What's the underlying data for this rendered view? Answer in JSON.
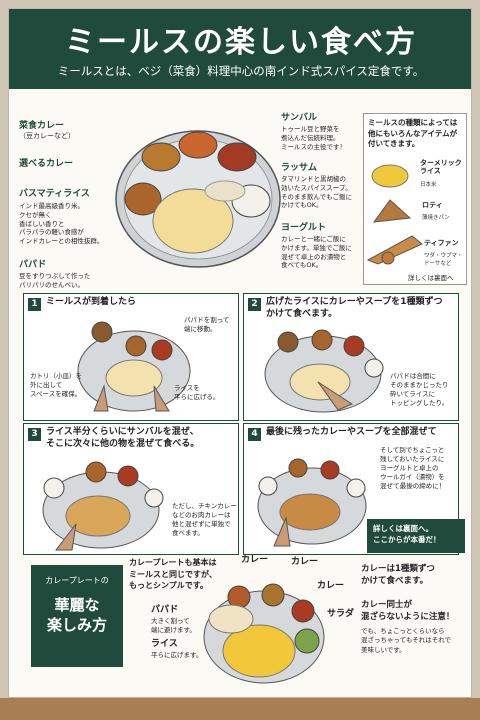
{
  "header": {
    "title": "ミールスの楽しい食べ方",
    "subtitle": "ミールスとは、ベジ（菜食）料理中心の南インド式スパイス定食です。"
  },
  "labels": {
    "saishoku": "菜食カレー",
    "saishoku_sub": "（豆カレーなど）",
    "eraberu": "選べるカレー",
    "basmati": "バスマティライス",
    "basmati_desc": [
      "インド最高級香り米。",
      "クセが無く",
      "香ばしい香りと",
      "パラパラの軽い食感が",
      "インドカレーとの相性抜群。"
    ],
    "papad": "パパド",
    "papad_desc": [
      "豆をすりつぶして作った",
      "パリパリのせんべい。"
    ],
    "sambar": "サンバル",
    "sambar_desc": [
      "トゥール豆と野菜を",
      "煮込んだ伝統料理。",
      "ミールスの主役です！"
    ],
    "rasam": "ラッサム",
    "rasam_desc": [
      "タマリンドと黒胡椒の",
      "効いたスパイススープ。",
      "そのまま飲んでもご飯に",
      "かけてもOK。"
    ],
    "yogurt": "ヨーグルト",
    "yogurt_desc": [
      "カレーと一緒にご飯に",
      "かけます。単独でご飯に",
      "混ぜて卓上のお漬物と",
      "食べてもOK。"
    ]
  },
  "info_box": {
    "title": [
      "ミールスの種類によっては",
      "他にもいろんなアイテムが",
      "付いてきます。"
    ],
    "items": [
      {
        "name": "ターメリック\nライス",
        "sub": "日本米"
      },
      {
        "name": "ロティ",
        "sub": "薄焼きパン"
      },
      {
        "name": "ティファン",
        "sub": "ワダ・ウプマ・\nドーサなど"
      }
    ],
    "more": "詳しくは裏面へ"
  },
  "steps": [
    {
      "num": "1",
      "title": [
        "ミールスが到着したら"
      ],
      "notes": [
        [
          "パパドを割って",
          "端に移動。"
        ],
        [
          "カトリ（小皿）を",
          "外に出して",
          "スペースを確保。"
        ],
        [
          "ライスを",
          "平らに広げる。"
        ]
      ]
    },
    {
      "num": "2",
      "title": [
        "広げたライスにカレーやスープを1種類ずつ",
        "かけて食べます。"
      ],
      "notes": [
        [
          "パパドは合間に",
          "そのままかじったり",
          "砕いてライスに",
          "トッピングしたり。"
        ]
      ]
    },
    {
      "num": "3",
      "title": [
        "ライス半分くらいにサンバルを混ぜ、",
        "そこに次々に他の物を混ぜて食べる。"
      ],
      "notes": [
        [
          "ただし、チキンカレー",
          "などのお肉カレーは",
          "他と混ぜずに単独で",
          "食べます。"
        ]
      ]
    },
    {
      "num": "4",
      "title": [
        "最後に残ったカレーやスープを全部混ぜて"
      ],
      "notes": [
        [
          "そして別でちょこっと",
          "残しておいたライスに",
          "ヨーグルトと卓上の",
          "ウールガイ（漬物）を",
          "混ぜて最後の締めに！"
        ]
      ]
    }
  ],
  "green_note": [
    "詳しくは裏面へ。",
    "ここからが本番だ！"
  ],
  "curry_plate": {
    "box_top": "カレープレートの",
    "box_main": [
      "華麗な",
      "楽しみ方"
    ],
    "intro": [
      "カレープレートも基本は",
      "ミールスと同じですが、",
      "もっとシンプルです。"
    ],
    "labels": {
      "curry1": "カレー",
      "curry2": "カレー",
      "curry3": "カレー",
      "salad": "サラダ",
      "papad": "パパド",
      "papad_sub": [
        "大きく割って",
        "端に避けます。"
      ],
      "rice": "ライス",
      "rice_sub": "平らに広げます。"
    },
    "right_main": [
      "カレーは1種類ずつ",
      "かけて食べます。"
    ],
    "right_main2": [
      "カレー同士が",
      "混ざらないように注意！"
    ],
    "right_sub": [
      "でも、ちょこっとくらいなら",
      "混ざっちゃってもそれはそれで",
      "美味しいです。"
    ]
  }
}
